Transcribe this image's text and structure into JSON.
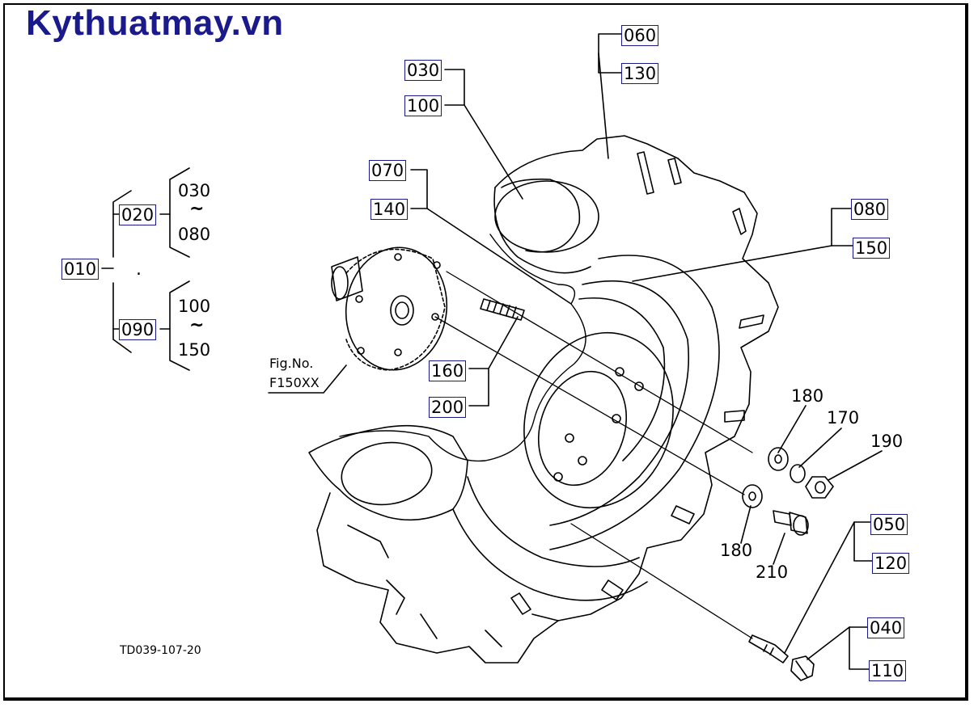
{
  "brand": "Kythuatmay.vn",
  "drawing_code": "TD039-107-20",
  "fig_ref": {
    "line1": "Fig.No.",
    "line2": "F150XX"
  },
  "tree": {
    "root": "010",
    "groups": [
      {
        "code": "020",
        "range_from": "030",
        "range_to": "080"
      },
      {
        "code": "090",
        "range_from": "100",
        "range_to": "150"
      }
    ],
    "tilde": "~",
    "dot": "."
  },
  "callouts": {
    "c060": "060",
    "c130": "130",
    "c030": "030",
    "c100": "100",
    "c070": "070",
    "c140": "140",
    "c080": "080",
    "c150": "150",
    "c160": "160",
    "c200": "200",
    "c180a": "180",
    "c170": "170",
    "c190": "190",
    "c180b": "180",
    "c210": "210",
    "c050": "050",
    "c120": "120",
    "c040": "040",
    "c110": "110"
  }
}
